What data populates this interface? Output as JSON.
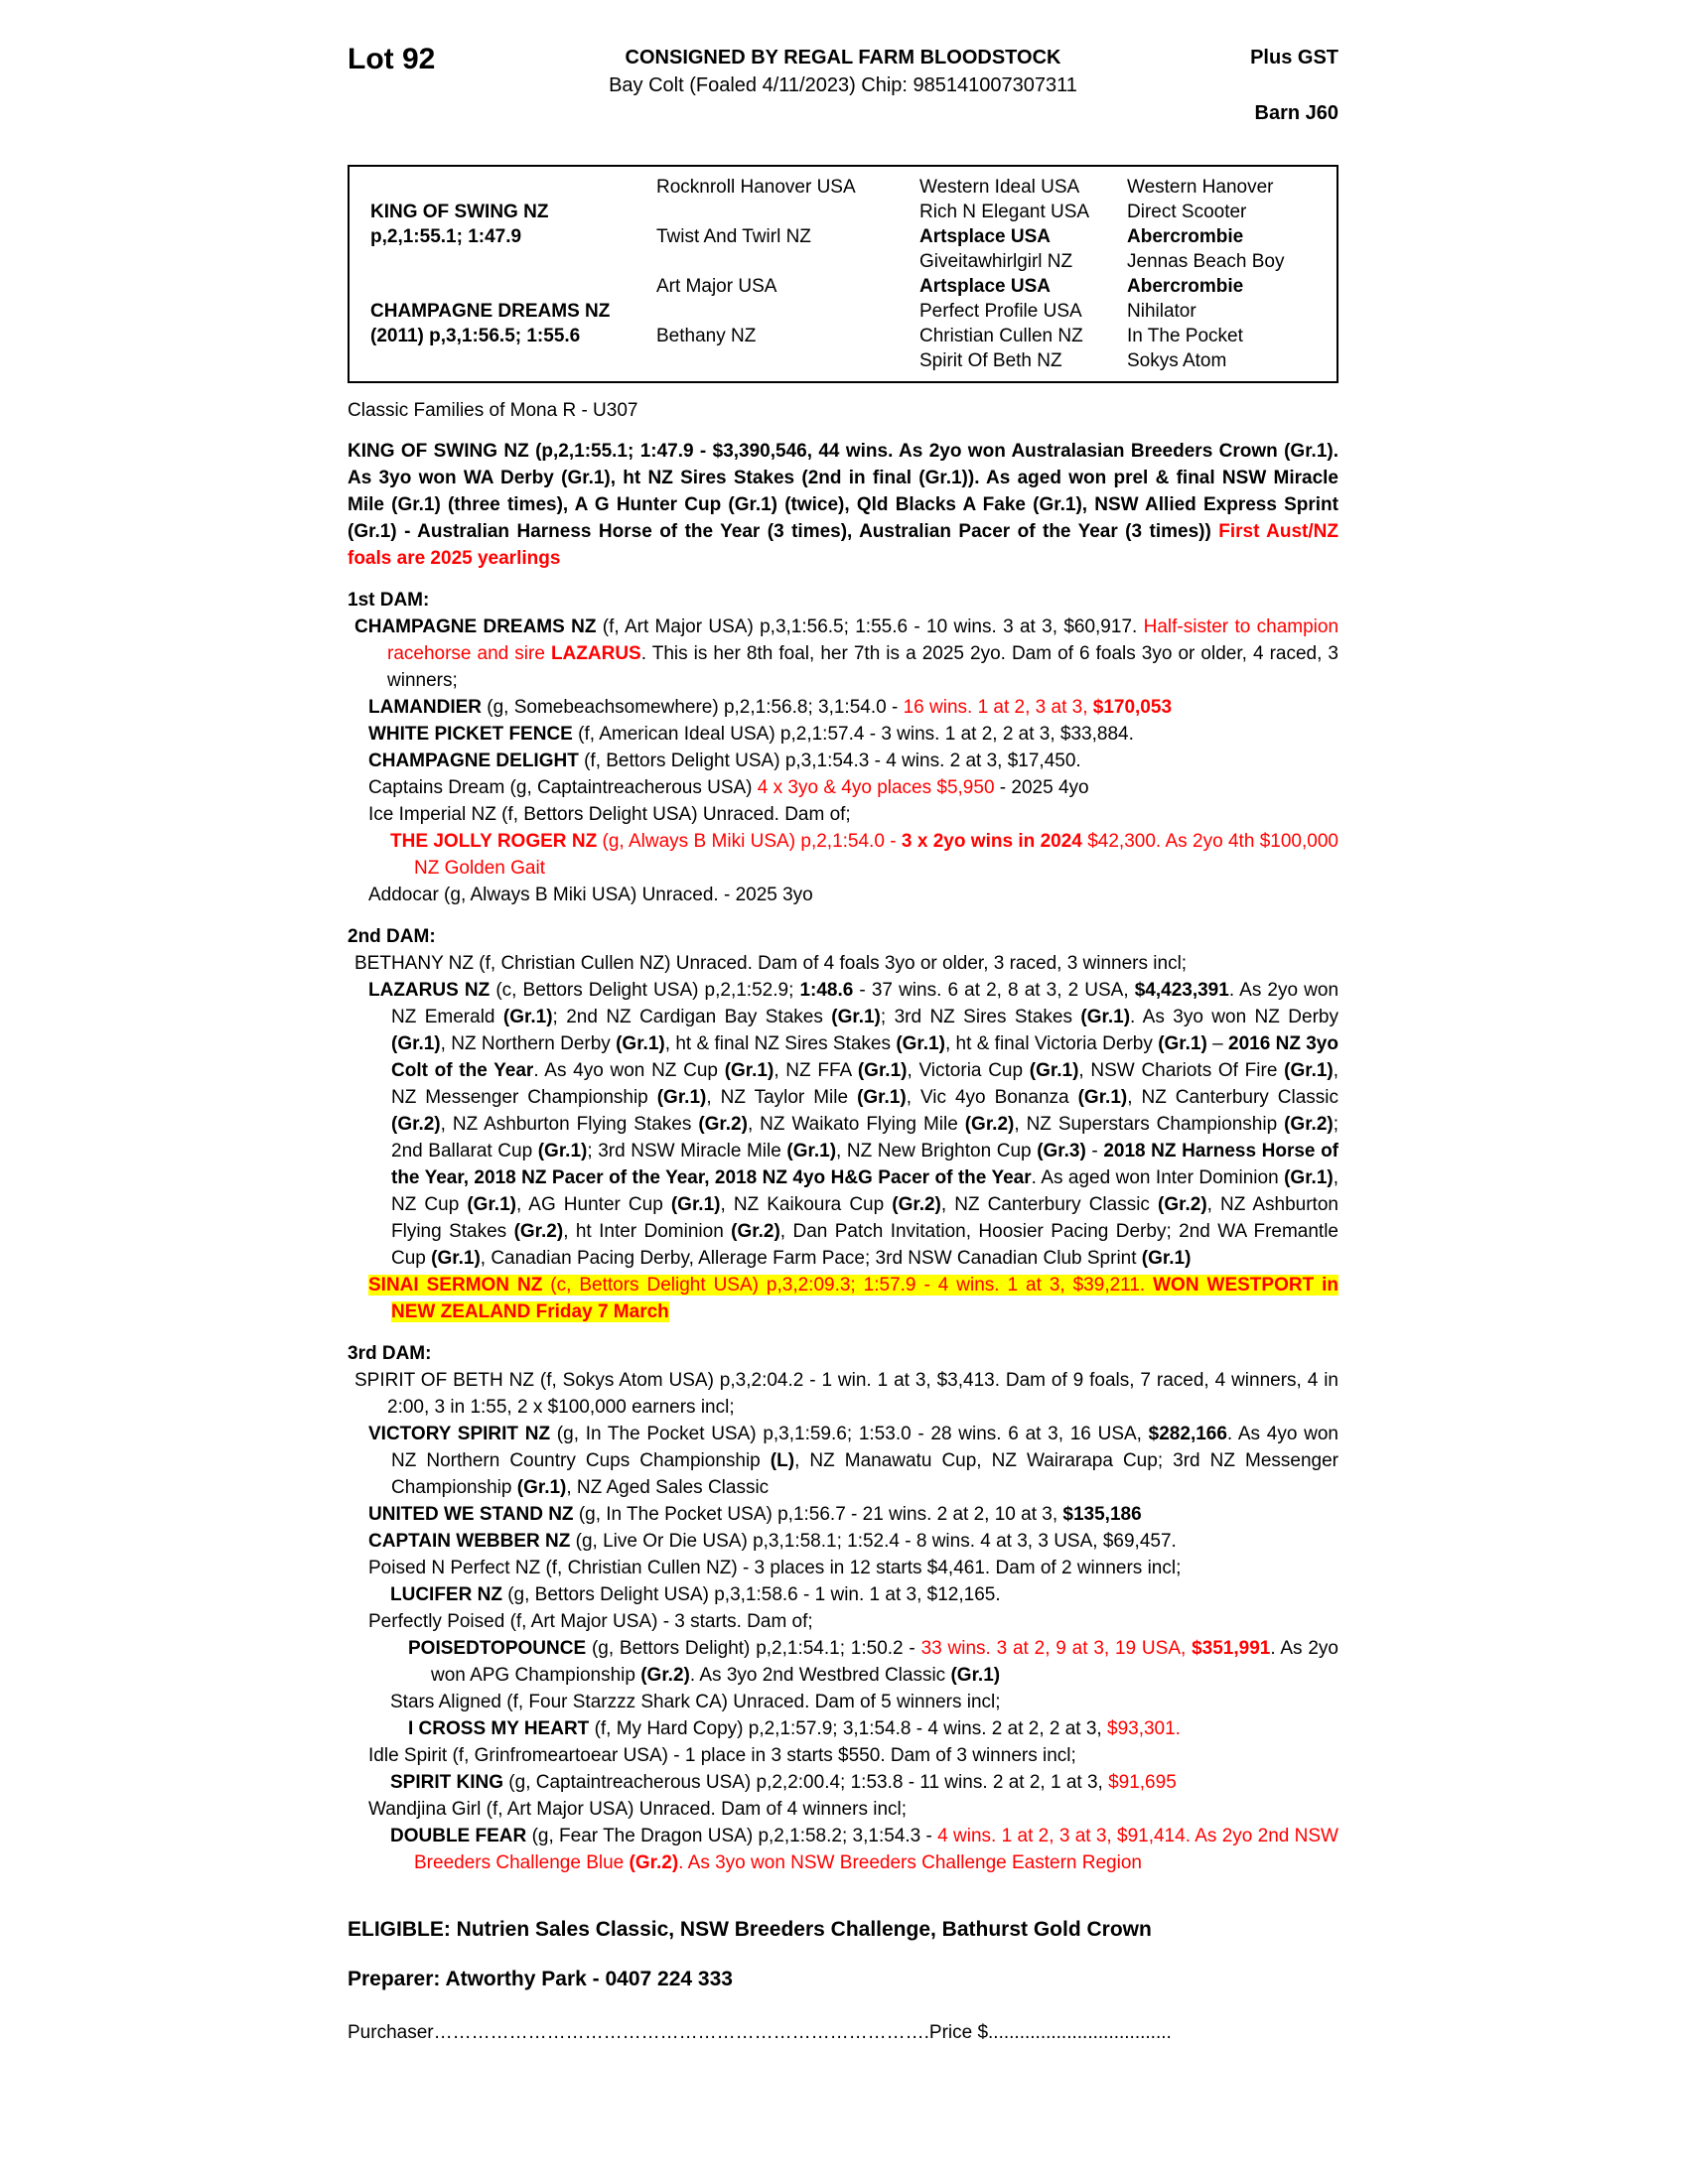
{
  "header": {
    "lot": "Lot 92",
    "consigned": "CONSIGNED BY REGAL FARM BLOODSTOCK",
    "plus_gst": "Plus GST",
    "description": "Bay Colt (Foaled 4/11/2023) Chip: 985141007307311",
    "barn": "Barn J60"
  },
  "colors": {
    "accent_red": "#FF0000",
    "highlight_yellow": "#FFFF00",
    "text": "#000000"
  },
  "pedigree": {
    "rows": [
      [
        {
          "t": ""
        },
        {
          "t": "Rocknroll Hanover USA"
        },
        {
          "t": "Western Ideal USA"
        },
        {
          "t": "Western Hanover"
        }
      ],
      [
        {
          "t": "KING OF SWING NZ",
          "b": 1
        },
        {
          "t": ""
        },
        {
          "t": "Rich N Elegant USA"
        },
        {
          "t": "Direct Scooter"
        }
      ],
      [
        {
          "t": "p,2,1:55.1; 1:47.9",
          "b": 1
        },
        {
          "t": "Twist And Twirl NZ"
        },
        {
          "t": "Artsplace USA",
          "b": 1
        },
        {
          "t": "Abercrombie",
          "b": 1
        }
      ],
      [
        {
          "t": ""
        },
        {
          "t": ""
        },
        {
          "t": "Giveitawhirlgirl NZ"
        },
        {
          "t": "Jennas Beach Boy"
        }
      ],
      [
        {
          "t": ""
        },
        {
          "t": "Art Major USA"
        },
        {
          "t": "Artsplace USA",
          "b": 1
        },
        {
          "t": "Abercrombie",
          "b": 1
        }
      ],
      [
        {
          "t": "CHAMPAGNE DREAMS NZ",
          "b": 1
        },
        {
          "t": ""
        },
        {
          "t": "Perfect Profile USA"
        },
        {
          "t": "Nihilator"
        }
      ],
      [
        {
          "t": "(2011) p,3,1:56.5; 1:55.6",
          "b": 1
        },
        {
          "t": "Bethany NZ"
        },
        {
          "t": "Christian Cullen NZ"
        },
        {
          "t": "In The Pocket"
        }
      ],
      [
        {
          "t": ""
        },
        {
          "t": ""
        },
        {
          "t": "Spirit Of Beth NZ"
        },
        {
          "t": "Sokys Atom"
        }
      ]
    ]
  },
  "family": "Classic Families of Mona R - U307",
  "sire_para": {
    "segments": [
      [
        "KING OF SWING NZ (p,2,1:55.1; 1:47.9 - $3,390,546, 44 wins. As 2yo won Australasian Breeders Crown (Gr.1). As 3yo won WA Derby (Gr.1), ht NZ Sires Stakes (2nd in final (Gr.1)). As aged won prel & final NSW Miracle Mile (Gr.1) (three times), A G Hunter Cup (Gr.1) (twice), Qld Blacks A Fake (Gr.1), NSW Allied Express Sprint (Gr.1) - Australian Harness Horse of the Year (3 times), Australian Pacer of the Year (3 times)) ",
        "b"
      ],
      [
        "First Aust/NZ foals are 2025 yearlings",
        "rb"
      ]
    ]
  },
  "sections": [
    {
      "label": "1st DAM:",
      "entries": [
        {
          "indent": 0,
          "segments": [
            [
              "CHAMPAGNE DREAMS NZ ",
              "b"
            ],
            [
              "(f, Art Major USA) p,3,1:56.5; 1:55.6 - 10 wins. 3 at 3, $60,917. ",
              ""
            ],
            [
              "Half-sister to champion racehorse and sire ",
              "r"
            ],
            [
              "LAZARUS",
              "rb"
            ],
            [
              ". This is her 8th foal, her 7th is a 2025 2yo. Dam of 6 foals 3yo or older, 4 raced, 3 winners;",
              ""
            ]
          ]
        },
        {
          "indent": 1,
          "segments": [
            [
              "LAMANDIER ",
              "b"
            ],
            [
              "(g, Somebeachsomewhere) p,2,1:56.8; 3,1:54.0 - ",
              ""
            ],
            [
              "16 wins. 1 at 2, 3 at 3, ",
              "r"
            ],
            [
              "$170,053",
              "rb"
            ]
          ]
        },
        {
          "indent": 1,
          "segments": [
            [
              "WHITE PICKET FENCE ",
              "b"
            ],
            [
              "(f, American Ideal USA) p,2,1:57.4 - 3 wins. 1 at 2, 2 at 3, $33,884.",
              ""
            ]
          ]
        },
        {
          "indent": 1,
          "segments": [
            [
              "CHAMPAGNE DELIGHT ",
              "b"
            ],
            [
              "(f, Bettors Delight USA) p,3,1:54.3 - 4 wins. 2 at 3, $17,450.",
              ""
            ]
          ]
        },
        {
          "indent": 1,
          "segments": [
            [
              "Captains Dream (g, Captaintreacherous USA) ",
              ""
            ],
            [
              "4 x 3yo & 4yo places $5,950",
              "r"
            ],
            [
              " - 2025 4yo",
              ""
            ]
          ]
        },
        {
          "indent": 1,
          "segments": [
            [
              "Ice Imperial NZ (f, Bettors Delight USA) Unraced. Dam of;",
              ""
            ]
          ]
        },
        {
          "indent": 2,
          "segments": [
            [
              "THE JOLLY ROGER NZ ",
              "rb"
            ],
            [
              "(g, Always B Miki USA) p,2,1:54.0 - ",
              "r"
            ],
            [
              "3 x 2yo wins in 2024",
              "rb"
            ],
            [
              " $42,300. As 2yo 4th $100,000 NZ Golden Gait",
              "r"
            ]
          ]
        },
        {
          "indent": 1,
          "segments": [
            [
              "Addocar (g, Always B Miki USA) Unraced. - 2025 3yo",
              ""
            ]
          ]
        }
      ]
    },
    {
      "label": "2nd DAM:",
      "entries": [
        {
          "indent": 0,
          "segments": [
            [
              "BETHANY NZ (f, Christian Cullen NZ) Unraced. Dam of 4 foals 3yo or older, 3 raced, 3 winners incl;",
              ""
            ]
          ]
        },
        {
          "indent": 1,
          "segments": [
            [
              "LAZARUS NZ ",
              "b"
            ],
            [
              "(c, Bettors Delight USA) p,2,1:52.9; ",
              ""
            ],
            [
              "1:48.6",
              "b"
            ],
            [
              " - 37 wins. 6 at 2, 8 at 3, 2 USA, ",
              ""
            ],
            [
              "$4,423,391",
              "b"
            ],
            [
              ". As 2yo won NZ Emerald ",
              ""
            ],
            [
              "(Gr.1)",
              "b"
            ],
            [
              "; 2nd NZ Cardigan Bay Stakes ",
              ""
            ],
            [
              "(Gr.1)",
              "b"
            ],
            [
              "; 3rd NZ Sires Stakes ",
              ""
            ],
            [
              "(Gr.1)",
              "b"
            ],
            [
              ". As 3yo won NZ Derby ",
              ""
            ],
            [
              "(Gr.1)",
              "b"
            ],
            [
              ", NZ Northern Derby ",
              ""
            ],
            [
              "(Gr.1)",
              "b"
            ],
            [
              ", ht & final NZ Sires Stakes ",
              ""
            ],
            [
              "(Gr.1)",
              "b"
            ],
            [
              ", ht & final Victoria Derby ",
              ""
            ],
            [
              "(Gr.1)",
              "b"
            ],
            [
              " – ",
              ""
            ],
            [
              "2016 NZ 3yo Colt of the Year",
              "b"
            ],
            [
              ". As 4yo won NZ Cup ",
              ""
            ],
            [
              "(Gr.1)",
              "b"
            ],
            [
              ", NZ FFA ",
              ""
            ],
            [
              "(Gr.1)",
              "b"
            ],
            [
              ", Victoria Cup ",
              ""
            ],
            [
              "(Gr.1)",
              "b"
            ],
            [
              ", NSW Chariots Of Fire ",
              ""
            ],
            [
              "(Gr.1)",
              "b"
            ],
            [
              ", NZ Messenger Championship ",
              ""
            ],
            [
              "(Gr.1)",
              "b"
            ],
            [
              ", NZ Taylor Mile ",
              ""
            ],
            [
              "(Gr.1)",
              "b"
            ],
            [
              ", Vic 4yo Bonanza ",
              ""
            ],
            [
              "(Gr.1)",
              "b"
            ],
            [
              ", NZ Canterbury Classic ",
              ""
            ],
            [
              "(Gr.2)",
              "b"
            ],
            [
              ", NZ Ashburton Flying Stakes ",
              ""
            ],
            [
              "(Gr.2)",
              "b"
            ],
            [
              ", NZ Waikato Flying Mile ",
              ""
            ],
            [
              "(Gr.2)",
              "b"
            ],
            [
              ", NZ Superstars Championship ",
              ""
            ],
            [
              "(Gr.2)",
              "b"
            ],
            [
              "; 2nd Ballarat Cup ",
              ""
            ],
            [
              "(Gr.1)",
              "b"
            ],
            [
              "; 3rd NSW Miracle Mile ",
              ""
            ],
            [
              "(Gr.1)",
              "b"
            ],
            [
              ", NZ New Brighton Cup ",
              ""
            ],
            [
              "(Gr.3)",
              "b"
            ],
            [
              " - ",
              ""
            ],
            [
              "2018 NZ Harness Horse of the Year, 2018 NZ Pacer of the Year, 2018 NZ 4yo H&G Pacer of the Year",
              "b"
            ],
            [
              ". As aged won Inter Dominion ",
              ""
            ],
            [
              "(Gr.1)",
              "b"
            ],
            [
              ", NZ Cup ",
              ""
            ],
            [
              "(Gr.1)",
              "b"
            ],
            [
              ", AG Hunter Cup ",
              ""
            ],
            [
              "(Gr.1)",
              "b"
            ],
            [
              ", NZ Kaikoura Cup ",
              ""
            ],
            [
              "(Gr.2)",
              "b"
            ],
            [
              ", NZ Canterbury Classic ",
              ""
            ],
            [
              "(Gr.2)",
              "b"
            ],
            [
              ", NZ Ashburton Flying Stakes ",
              ""
            ],
            [
              "(Gr.2)",
              "b"
            ],
            [
              ", ht Inter Dominion ",
              ""
            ],
            [
              "(Gr.2)",
              "b"
            ],
            [
              ", Dan Patch Invitation, Hoosier Pacing Derby; 2nd WA Fremantle Cup ",
              ""
            ],
            [
              "(Gr.1)",
              "b"
            ],
            [
              ", Canadian Pacing Derby, Allerage Farm Pace; 3rd NSW Canadian Club Sprint ",
              ""
            ],
            [
              "(Gr.1)",
              "b"
            ]
          ]
        },
        {
          "indent": 1,
          "hl": true,
          "segments": [
            [
              "SINAI SERMON NZ ",
              "rb"
            ],
            [
              "(c, Bettors Delight USA) p,3,2:09.3; 1:57.9 - ",
              "r"
            ],
            [
              "4 wins. 1 at 3, $39,211. ",
              "r"
            ],
            [
              "WON WESTPORT in NEW ZEALAND Friday 7 March",
              "rb"
            ]
          ]
        }
      ]
    },
    {
      "label": "3rd DAM:",
      "entries": [
        {
          "indent": 0,
          "segments": [
            [
              "SPIRIT OF BETH NZ (f, Sokys Atom USA) p,3,2:04.2 - 1 win. 1 at 3, $3,413. Dam of 9 foals, 7 raced, 4 winners, 4 in 2:00, 3 in 1:55, 2 x $100,000 earners incl;",
              ""
            ]
          ]
        },
        {
          "indent": 1,
          "segments": [
            [
              "VICTORY SPIRIT NZ ",
              "b"
            ],
            [
              "(g, In The Pocket USA) p,3,1:59.6; 1:53.0 - 28 wins. 6 at 3, 16 USA, ",
              ""
            ],
            [
              "$282,166",
              "b"
            ],
            [
              ". As 4yo won NZ Northern Country Cups Championship ",
              ""
            ],
            [
              "(L)",
              "b"
            ],
            [
              ", NZ Manawatu Cup, NZ Wairarapa Cup; 3rd NZ Messenger Championship ",
              ""
            ],
            [
              "(Gr.1)",
              "b"
            ],
            [
              ", NZ Aged Sales Classic",
              ""
            ]
          ]
        },
        {
          "indent": 1,
          "segments": [
            [
              "UNITED WE STAND NZ ",
              "b"
            ],
            [
              "(g, In The Pocket USA) p,1:56.7 - 21 wins. 2 at 2, 10 at 3, ",
              ""
            ],
            [
              "$135,186",
              "b"
            ]
          ]
        },
        {
          "indent": 1,
          "segments": [
            [
              "CAPTAIN WEBBER NZ ",
              "b"
            ],
            [
              "(g, Live Or Die USA) p,3,1:58.1; 1:52.4 - 8 wins. 4 at 3, 3 USA, $69,457.",
              ""
            ]
          ]
        },
        {
          "indent": 1,
          "segments": [
            [
              "Poised N Perfect NZ (f, Christian Cullen NZ) - 3 places in 12 starts $4,461. Dam of 2 winners incl;",
              ""
            ]
          ]
        },
        {
          "indent": 2,
          "segments": [
            [
              "LUCIFER NZ ",
              "b"
            ],
            [
              "(g, Bettors Delight USA) p,3,1:58.6 - 1 win. 1 at 3, $12,165.",
              ""
            ]
          ]
        },
        {
          "indent": 1,
          "segments": [
            [
              "Perfectly Poised (f, Art Major USA) - 3 starts. Dam of;",
              ""
            ]
          ]
        },
        {
          "indent": 3,
          "segments": [
            [
              "POISEDTOPOUNCE ",
              "b"
            ],
            [
              "(g, Bettors Delight) p,2,1:54.1; 1:50.2 - ",
              ""
            ],
            [
              "33 wins. 3 at 2, 9 at 3, 19 USA, ",
              "r"
            ],
            [
              "$351,991",
              "rb"
            ],
            [
              ". As 2yo won APG Championship ",
              ""
            ],
            [
              "(Gr.2)",
              "b"
            ],
            [
              ". As 3yo 2nd Westbred Classic ",
              ""
            ],
            [
              "(Gr.1)",
              "b"
            ]
          ]
        },
        {
          "indent": 2,
          "segments": [
            [
              "Stars Aligned (f, Four Starzzz Shark CA) Unraced. Dam of 5 winners incl;",
              ""
            ]
          ]
        },
        {
          "indent": 3,
          "segments": [
            [
              "I CROSS MY HEART ",
              "b"
            ],
            [
              "(f, My Hard Copy) p,2,1:57.9; 3,1:54.8 - 4 wins. 2 at 2, 2 at 3, ",
              ""
            ],
            [
              "$93,301.",
              "r"
            ]
          ]
        },
        {
          "indent": 1,
          "segments": [
            [
              "Idle Spirit (f, Grinfromeartoear USA) - 1 place in 3 starts $550. Dam of 3 winners incl;",
              ""
            ]
          ]
        },
        {
          "indent": 2,
          "segments": [
            [
              "SPIRIT KING ",
              "b"
            ],
            [
              "(g, Captaintreacherous USA) p,2,2:00.4; 1:53.8 - 11 wins. 2 at 2, 1 at 3, ",
              ""
            ],
            [
              "$91,695",
              "r"
            ]
          ]
        },
        {
          "indent": 1,
          "segments": [
            [
              "Wandjina Girl (f, Art Major USA) Unraced. Dam of 4 winners incl;",
              ""
            ]
          ]
        },
        {
          "indent": 2,
          "segments": [
            [
              "DOUBLE FEAR ",
              "b"
            ],
            [
              "(g, Fear The Dragon USA) p,2,1:58.2; 3,1:54.3 - ",
              ""
            ],
            [
              "4 wins. 1 at 2, 3 at 3, $91,414. As 2yo 2nd NSW Breeders Challenge Blue ",
              "r"
            ],
            [
              "(Gr.2)",
              "rb"
            ],
            [
              ". As 3yo won NSW Breeders Challenge Eastern Region",
              "r"
            ]
          ]
        }
      ]
    }
  ],
  "footer": {
    "eligible": "ELIGIBLE: Nutrien Sales Classic, NSW Breeders Challenge, Bathurst Gold Crown",
    "preparer": "Preparer: Atworthy Park - 0407 224 333",
    "purchaser_label": "Purchaser",
    "purchaser_dots": "…………………………………………………………………….",
    "price_label": "Price $",
    "price_dots": "..................................."
  }
}
